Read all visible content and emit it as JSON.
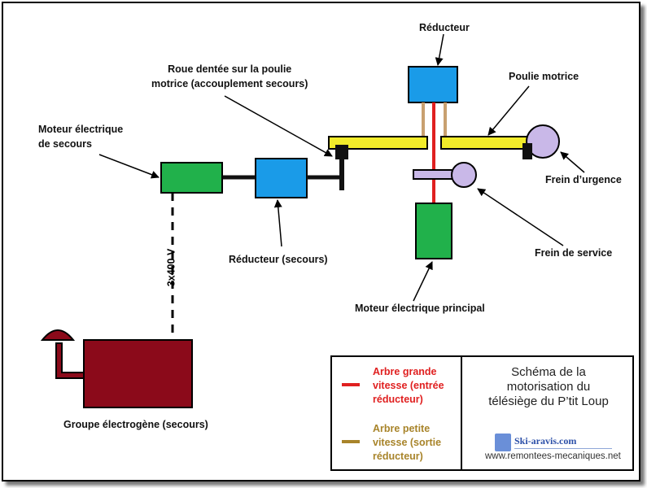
{
  "labels": {
    "reducteur": "Réducteur",
    "roue_dentee": "Roue dentée sur la poulie\nmotrice (accouplement secours)",
    "poulie_motrice": "Poulie motrice",
    "moteur_secours": "Moteur électrique\nde secours",
    "frein_urgence": "Frein d’urgence",
    "frein_service": "Frein de service",
    "reducteur_secours": "Réducteur (secours)",
    "moteur_principal": "Moteur électrique principal",
    "tension": "3x400 V",
    "groupe": "Groupe électrogène (secours)"
  },
  "legend": {
    "items": [
      {
        "text": "Arbre grande\nvitesse (entrée\nréducteur)",
        "color": "#e02020"
      },
      {
        "text": "Arbre petite\nvitesse (sortie\nréducteur)",
        "color": "#a8842a"
      }
    ],
    "title": "Schéma de la\nmotorisation du\ntélésiège du P’tit Loup",
    "logo_text": "Ski-aravis.com",
    "logo_url": "www.remontees-mecaniques.net"
  },
  "colors": {
    "reducer": "#1a9be8",
    "motor": "#21b14b",
    "pulley": "#f2ec2a",
    "brake": "#c9b8e8",
    "generator": "#8b0a1a",
    "high_speed_shaft": "#e02020",
    "low_speed_shaft": "#c8a070"
  }
}
